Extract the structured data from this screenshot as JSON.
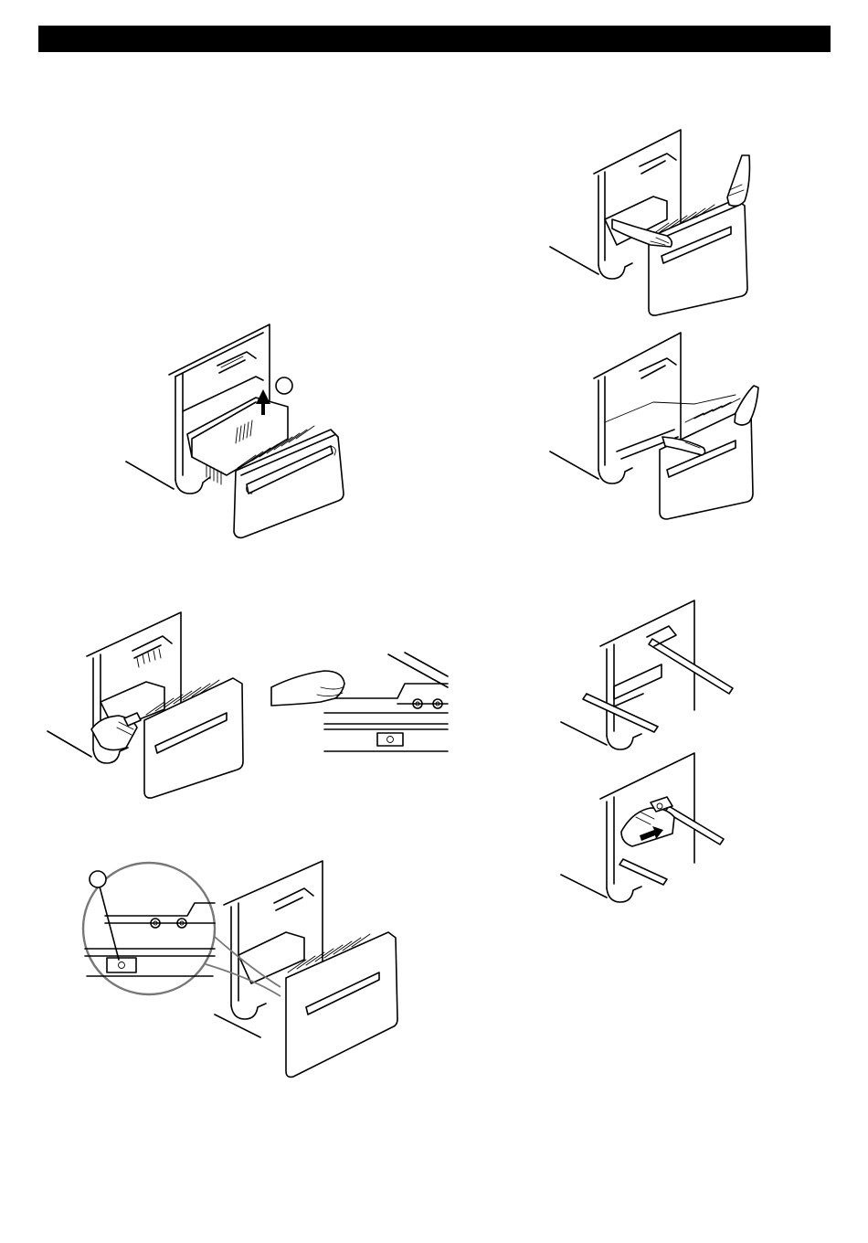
{
  "page": {
    "header_bar_color": "#000000",
    "line_color": "#000000",
    "background": "#ffffff"
  },
  "figures": [
    {
      "id": "fig-remove-basket",
      "icon": "drawer-basket-lift-illustration",
      "callout": ""
    },
    {
      "id": "fig-pull-drawer-both-hands",
      "icon": "drawer-pull-illustration"
    },
    {
      "id": "fig-lift-drawer-off-rails",
      "icon": "drawer-lift-illustration"
    },
    {
      "id": "fig-release-rail-clip",
      "icon": "rail-clip-illustration"
    },
    {
      "id": "fig-rail-clip-detail",
      "icon": "rail-clip-detail-illustration"
    },
    {
      "id": "fig-rails-extended",
      "icon": "rails-extended-illustration"
    },
    {
      "id": "fig-push-rails-in",
      "icon": "rails-push-illustration"
    },
    {
      "id": "fig-rail-clip-magnified",
      "icon": "rail-clip-magnifier-illustration",
      "callout": ""
    }
  ]
}
